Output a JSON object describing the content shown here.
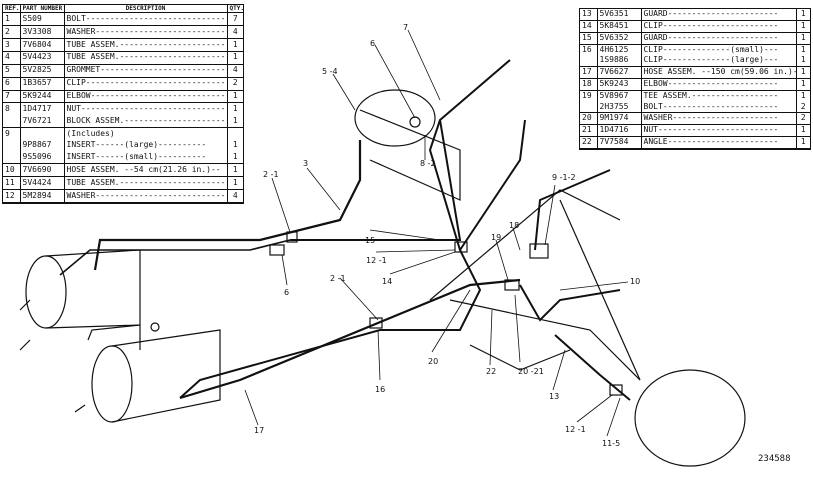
{
  "left_table": {
    "headers": {
      "ref": "REF. NO.",
      "part": "PART NUMBER",
      "desc": "DESCRIPTION",
      "qty": "QTY."
    },
    "rows": [
      {
        "ref": "1",
        "part": "S509",
        "desc": "BOLT-----------------------------",
        "qty": "7"
      },
      {
        "ref": "2",
        "part": "3V3308",
        "desc": "WASHER----------------------------",
        "qty": "4"
      },
      {
        "ref": "3",
        "part": "7V6804",
        "desc": "TUBE ASSEM.------------------------",
        "qty": "1"
      },
      {
        "ref": "4",
        "part": "5V4423",
        "desc": "TUBE ASSEM.------------------------",
        "qty": "1"
      },
      {
        "ref": "5",
        "part": "5V2825",
        "desc": "GROMMET--------------------------",
        "qty": "4"
      },
      {
        "ref": "6",
        "part": "1B3657",
        "desc": "CLIP------------------------------",
        "qty": "2"
      },
      {
        "ref": "7",
        "part": "5K9244",
        "desc": "ELBOW-----------------------------",
        "qty": "1"
      },
      {
        "ref": "8",
        "part": "1D4717",
        "desc": "NUT-------------------------------",
        "qty": "1"
      },
      {
        "ref": "",
        "part": "7V6721",
        "desc": "BLOCK ASSEM.----------------------",
        "qty": "1"
      },
      {
        "ref": "9",
        "part": "",
        "desc": "(Includes)",
        "qty": ""
      },
      {
        "ref": "",
        "part": "9P8867",
        "desc": "      INSERT------(large)----------",
        "qty": "1"
      },
      {
        "ref": "",
        "part": "9S5096",
        "desc": "      INSERT------(small)----------",
        "qty": "1"
      },
      {
        "ref": "10",
        "part": "7V6690",
        "desc": "HOSE ASSEM. --54 cm(21.26 in.)--",
        "qty": "1"
      },
      {
        "ref": "11",
        "part": "5V4424",
        "desc": "TUBE ASSEM.------------------------",
        "qty": "1"
      },
      {
        "ref": "12",
        "part": "5M2894",
        "desc": "WASHER----------------------------",
        "qty": "4"
      }
    ]
  },
  "right_table": {
    "rows": [
      {
        "ref": "13",
        "part": "5V6351",
        "desc": "GUARD-----------------------",
        "qty": "1"
      },
      {
        "ref": "14",
        "part": "5K8451",
        "desc": "CLIP------------------------",
        "qty": "1"
      },
      {
        "ref": "15",
        "part": "5V6352",
        "desc": "GUARD-----------------------",
        "qty": "1"
      },
      {
        "ref": "16",
        "part": "4H6125",
        "desc": "CLIP--------------(small)---",
        "qty": "1"
      },
      {
        "ref": "",
        "part": "1S9886",
        "desc": "CLIP--------------(large)---",
        "qty": "1"
      },
      {
        "ref": "17",
        "part": "7V6627",
        "desc": "HOSE ASSEM. --150 cm(59.06 in.)--",
        "qty": "1"
      },
      {
        "ref": "18",
        "part": "5K9243",
        "desc": "ELBOW-----------------------",
        "qty": "1"
      },
      {
        "ref": "19",
        "part": "5V8967",
        "desc": "TEE ASSEM.------------------",
        "qty": "1"
      },
      {
        "ref": "",
        "part": "2H3755",
        "desc": "BOLT------------------------",
        "qty": "2"
      },
      {
        "ref": "20",
        "part": "9M1974",
        "desc": "WASHER----------------------",
        "qty": "2"
      },
      {
        "ref": "21",
        "part": "1D4716",
        "desc": "NUT-------------------------",
        "qty": "1"
      },
      {
        "ref": "22",
        "part": "7V7584",
        "desc": "ANGLE-----------------------",
        "qty": "1"
      }
    ]
  },
  "callouts": [
    "5 -4",
    "6",
    "7",
    "8 -2",
    "3",
    "2 -1",
    "6",
    "15",
    "12 -1",
    "14",
    "9 -1-2",
    "18",
    "19",
    "10",
    "2 -1",
    "16",
    "20",
    "22",
    "20 -21",
    "13",
    "12 -1",
    "11-5",
    "17"
  ],
  "figure_number": "234588"
}
